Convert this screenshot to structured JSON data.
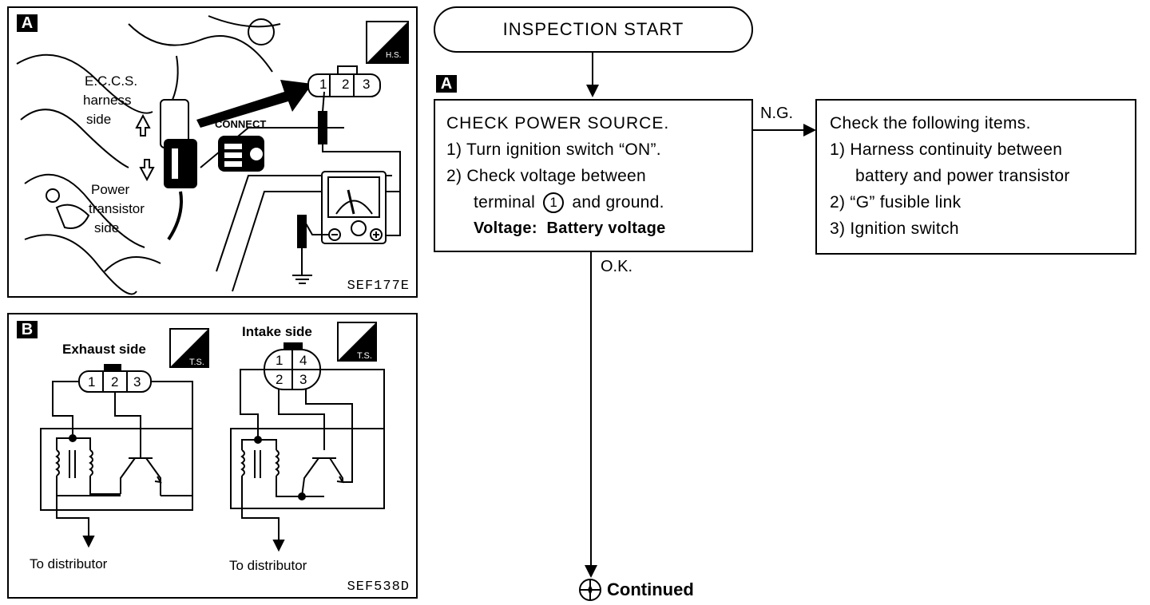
{
  "panel_a": {
    "badge": "A",
    "code": "SEF177E",
    "labels": {
      "eccs": "E.C.C.S.",
      "harness": "harness",
      "side1": "side",
      "power": "Power",
      "transistor": "transistor",
      "side2": "side",
      "connect": "CONNECT",
      "hs": "H.S."
    },
    "connector_pins": [
      "1",
      "2",
      "3"
    ]
  },
  "panel_b": {
    "badge": "B",
    "code": "SEF538D",
    "exhaust_label": "Exhaust side",
    "intake_label": "Intake side",
    "ts": "T.S.",
    "exhaust_pins": [
      "1",
      "2",
      "3"
    ],
    "intake_pins": [
      "1",
      "4",
      "2",
      "3"
    ],
    "to_distributor_left": "To distributor",
    "to_distributor_right": "To distributor"
  },
  "flowchart": {
    "start": "INSPECTION START",
    "step_badge": "A",
    "check_title": "CHECK POWER SOURCE.",
    "check_item1": "1) Turn ignition switch “ON”.",
    "check_item2a": "2) Check voltage between",
    "check_item2b_pre": "terminal",
    "check_item2b_circle": "1",
    "check_item2b_post": "and ground.",
    "check_voltage": "Voltage:  Battery voltage",
    "ng": "N.G.",
    "ok": "O.K.",
    "ng_title": "Check the following items.",
    "ng_item1a": "1) Harness continuity between",
    "ng_item1b": "battery and power transistor",
    "ng_item2": "2) “G” fusible link",
    "ng_item3": "3) Ignition switch",
    "continued": "Continued"
  }
}
